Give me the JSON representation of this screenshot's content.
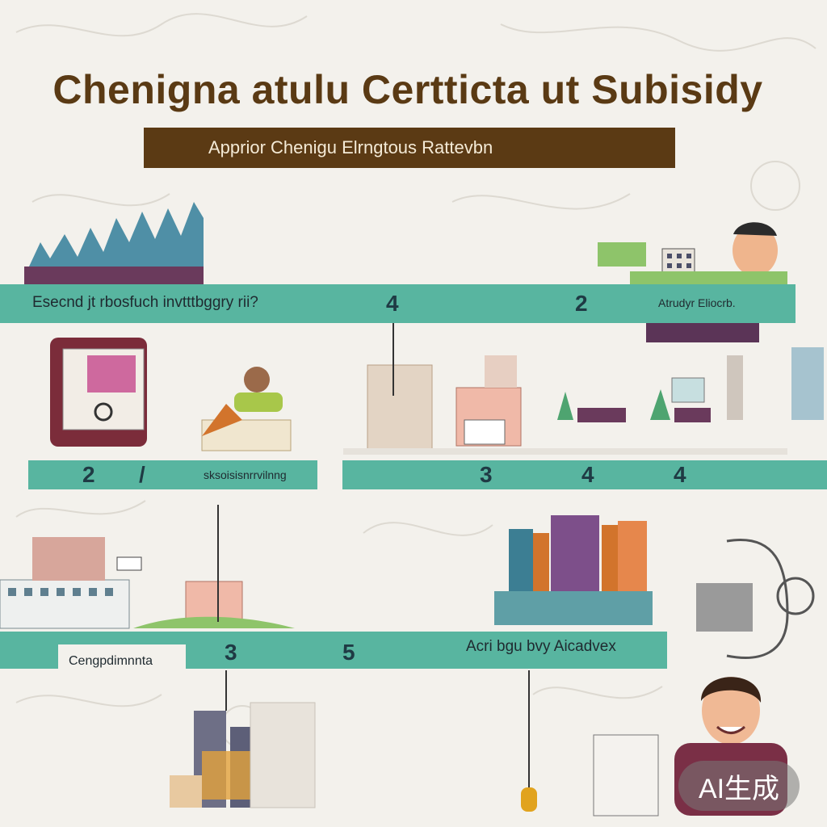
{
  "header": {
    "title": "Chenigna atulu Certticta ut Subisidy",
    "subtitle": "Apprior Chenigu Elrngtous Rattevbn"
  },
  "row1": {
    "label_left": "Esecnd jt rbosfuch invtttbggry rii?",
    "num_a": "4",
    "num_b": "2",
    "label_right": "Atrudyr Eliocrb."
  },
  "row2": {
    "num_a": "2",
    "slash": "/",
    "label_small": "sksoisisnrrvilnng",
    "num_b": "3",
    "num_c": "4",
    "num_d": "4"
  },
  "row3": {
    "label_left": "Cengpdimnnta",
    "num_a": "3",
    "num_b": "5",
    "label_right": "Acri bgu bvy Aicadvex"
  },
  "watermark": {
    "text": "AI生成"
  },
  "colors": {
    "band": "#58b5a0",
    "title": "#5a3a14",
    "subtitle_bg": "#5b3a14"
  }
}
